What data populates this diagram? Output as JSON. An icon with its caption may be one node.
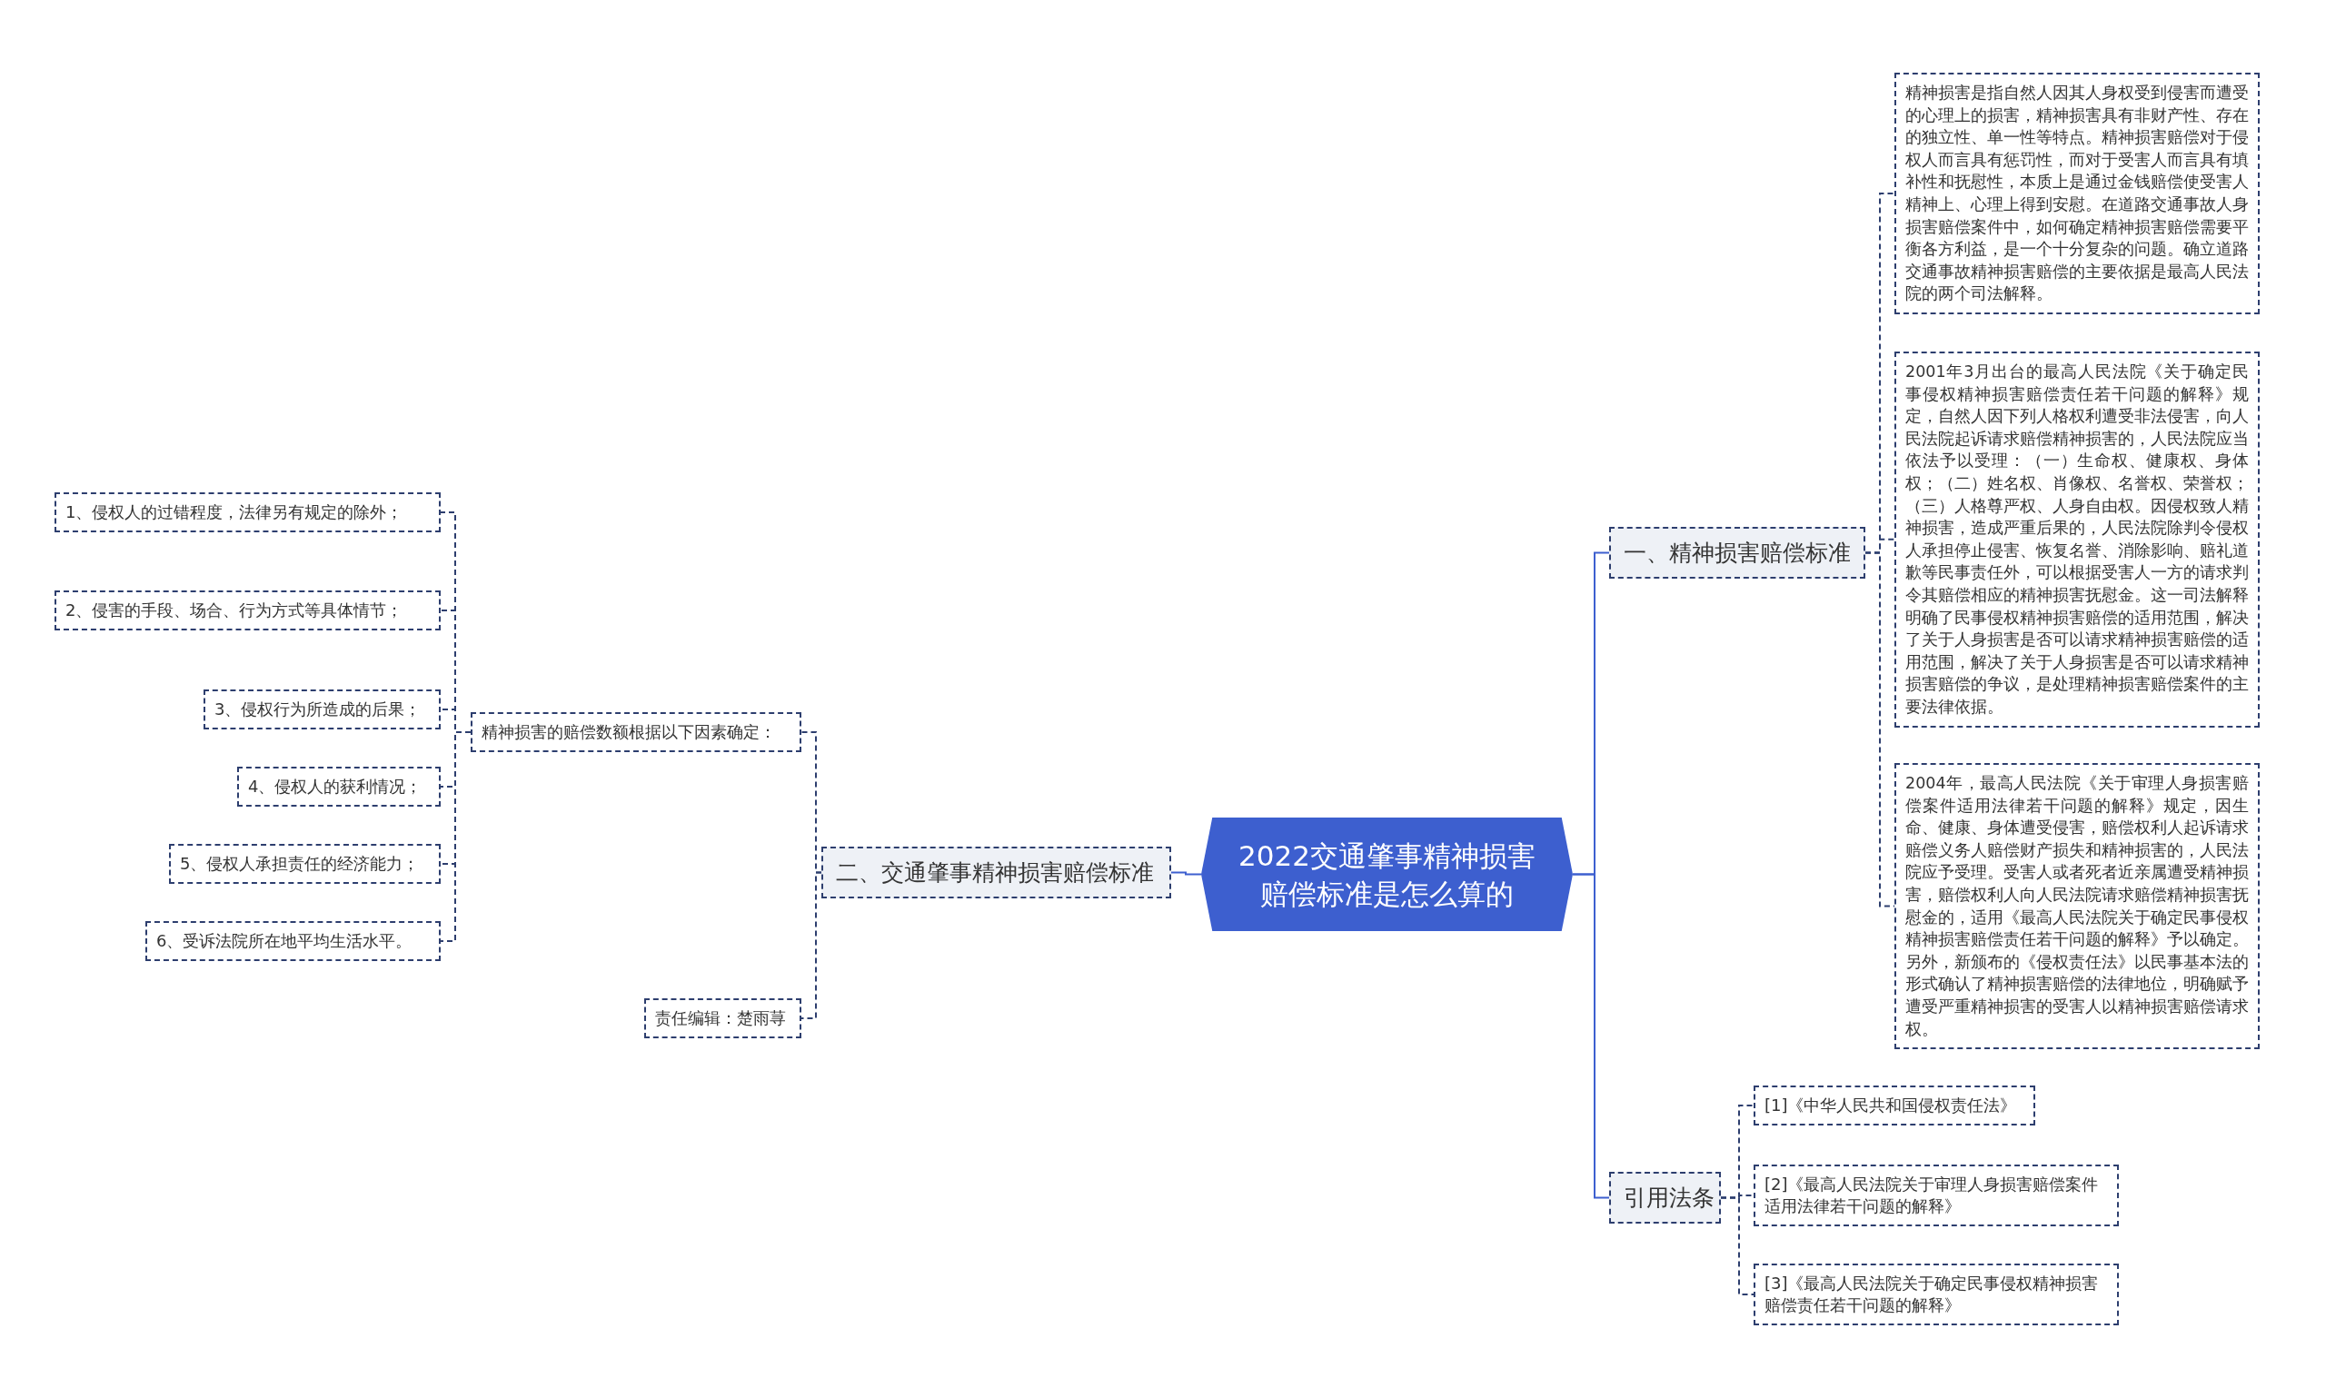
{
  "diagram": {
    "nodes": [
      {
        "text": [
          "2022交通肇事精神损害赔偿标准是怎么算的"
        ]
      },
      {
        "text": [
          "一、精神损害赔偿标准"
        ]
      },
      {
        "text": [
          "精神损害是指自然人因其人身权受到侵害而遭受的心理上的损害，精神损害具有非财产性、存在的独立性、单一性等特点。精神损害赔偿对于侵权人而言具有惩罚性，而对于受害人而言具有填补性和抚慰性，本质上是通过金钱赔偿使受害人精神上、心理上得到安慰。在道路交通事故人身损害赔偿案件中，如何确定精神损害赔偿需要平衡各方利益，是一个十分复杂的问题。确立道路交通事故精神损害赔偿的主要依据是最高人民法院的两个司法解释。"
        ]
      },
      {
        "text": [
          "2001年3月出台的最高人民法院《关于确定民事侵权精神损害赔偿责任若干问题的解释》规定，自然人因下列人格权利遭受非法侵害，向人民法院起诉请求赔偿精神损害的，人民法院应当依法予以受理：（一）生命权、健康权、身体权；（二）姓名权、肖像权、名誉权、荣誉权；（三）人格尊严权、人身自由权。因侵权致人精神损害，造成严重后果的，人民法院除判令侵权人承担停止侵害、恢复名誉、消除影响、赔礼道歉等民事责任外，可以根据受害人一方的请求判令其赔偿相应的精神损害抚慰金。这一司法解释明确了民事侵权精神损害赔偿的适用范围，解决了关于人身损害是否可以请求精神损害赔偿的适用范围，解决了关于人身损害是否可以请求精神损害赔偿的争议，是处理精神损害赔偿案件的主要法律依据。"
        ]
      },
      {
        "text": [
          "2004年，最高人民法院《关于审理人身损害赔偿案件适用法律若干问题的解释》规定，因生命、健康、身体遭受侵害，赔偿权利人起诉请求赔偿义务人赔偿财产损失和精神损害的，人民法院应予受理。受害人或者死者近亲属遭受精神损害，赔偿权利人向人民法院请求赔偿精神损害抚慰金的，适用《最高人民法院关于确定民事侵权精神损害赔偿责任若干问题的解释》予以确定。另外，新颁布的《侵权责任法》以民事基本法的形式确认了精神损害赔偿的法律地位，明确赋予遭受严重精神损害的受害人以精神损害赔偿请求权。"
        ]
      },
      {
        "text": [
          "引用法条"
        ]
      },
      {
        "text": [
          "[1]《中华人民共和国侵权责任法》"
        ]
      },
      {
        "text": [
          "[2]《最高人民法院关于审理人身损害赔偿案件适用法律若干问题的解释》"
        ]
      },
      {
        "text": [
          "[3]《最高人民法院关于确定民事侵权精神损害赔偿责任若干问题的解释》"
        ]
      },
      {
        "text": [
          "二、交通肇事精神损害赔偿标准"
        ]
      },
      {
        "text": [
          "精神损害的赔偿数额根据以下因素确定："
        ]
      },
      {
        "text": [
          "1、侵权人的过错程度，法律另有规定的除外；"
        ]
      },
      {
        "text": [
          "2、侵害的手段、场合、行为方式等具体情节；"
        ]
      },
      {
        "text": [
          "3、侵权行为所造成的后果；"
        ]
      },
      {
        "text": [
          "4、侵权人的获利情况；"
        ]
      },
      {
        "text": [
          "5、侵权人承担责任的经济能力；"
        ]
      },
      {
        "text": [
          "6、受诉法院所在地平均生活水平。"
        ]
      },
      {
        "text": [
          "责任编辑：楚雨荨"
        ]
      }
    ],
    "edges": [
      {
        "from": 0,
        "to": 1,
        "arrow": "none",
        "color": "#3d5fcf"
      },
      {
        "from": 0,
        "to": 5,
        "arrow": "none",
        "color": "#3d5fcf"
      },
      {
        "from": 0,
        "to": 9,
        "arrow": "none",
        "color": "#3d5fcf"
      },
      {
        "from": 1,
        "to": 2,
        "arrow": "none",
        "style": "dashed"
      },
      {
        "from": 1,
        "to": 3,
        "arrow": "none",
        "style": "dashed"
      },
      {
        "from": 1,
        "to": 4,
        "arrow": "none",
        "style": "dashed"
      },
      {
        "from": 5,
        "to": 6,
        "arrow": "none",
        "style": "dashed"
      },
      {
        "from": 5,
        "to": 7,
        "arrow": "none",
        "style": "dashed"
      },
      {
        "from": 5,
        "to": 8,
        "arrow": "none",
        "style": "dashed"
      },
      {
        "from": 9,
        "to": 10,
        "arrow": "none",
        "style": "dashed"
      },
      {
        "from": 9,
        "to": 17,
        "arrow": "none",
        "style": "dashed"
      },
      {
        "from": 10,
        "to": 11,
        "arrow": "none",
        "style": "dashed"
      },
      {
        "from": 10,
        "to": 12,
        "arrow": "none",
        "style": "dashed"
      },
      {
        "from": 10,
        "to": 13,
        "arrow": "none",
        "style": "dashed"
      },
      {
        "from": 10,
        "to": 14,
        "arrow": "none",
        "style": "dashed"
      },
      {
        "from": 10,
        "to": 15,
        "arrow": "none",
        "style": "dashed"
      },
      {
        "from": 10,
        "to": 16,
        "arrow": "none",
        "style": "dashed"
      }
    ]
  }
}
